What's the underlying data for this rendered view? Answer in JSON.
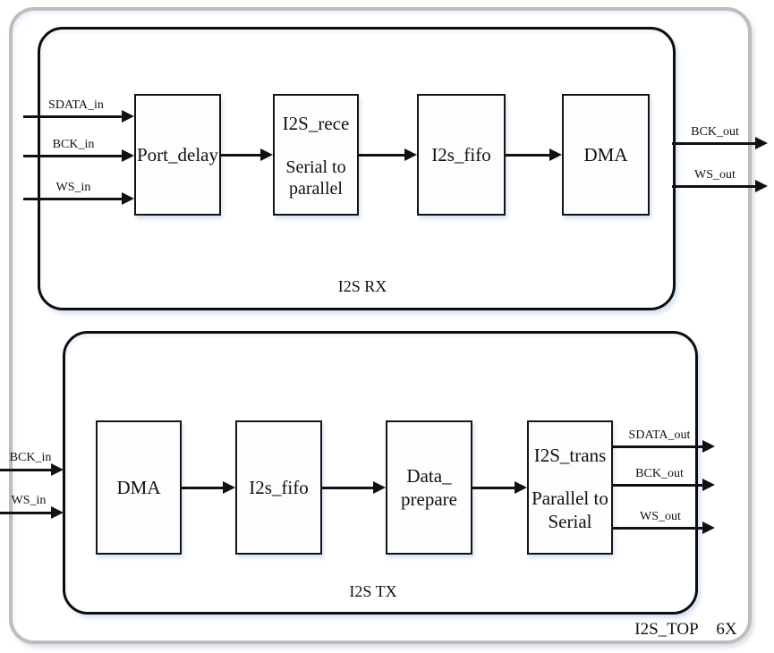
{
  "footer": {
    "module": "I2S_TOP",
    "multiplier": "6X"
  },
  "rx": {
    "title": "I2S RX",
    "inputs": {
      "sdata": "SDATA_in",
      "bck": "BCK_in",
      "ws": "WS_in"
    },
    "outputs": {
      "bck": "BCK_out",
      "ws": "WS_out"
    },
    "blocks": {
      "port_delay": "Port_delay",
      "i2s_rece_header": "I2S_rece",
      "i2s_rece_body1": "Serial to",
      "i2s_rece_body2": "parallel",
      "i2s_fifo": "I2s_fifo",
      "dma": "DMA"
    }
  },
  "tx": {
    "title": "I2S TX",
    "inputs": {
      "bck": "BCK_in",
      "ws": "WS_in"
    },
    "outputs": {
      "sdata": "SDATA_out",
      "bck": "BCK_out",
      "ws": "WS_out"
    },
    "blocks": {
      "dma": "DMA",
      "i2s_fifo": "I2s_fifo",
      "data_prepare_line1": "Data_",
      "data_prepare_line2": "prepare",
      "i2s_trans_header": "I2S_trans",
      "i2s_trans_body1": "Parallel to",
      "i2s_trans_body2": "Serial"
    }
  },
  "icons": {
    "arrowhead": "solid-right-triangle"
  },
  "colors": {
    "ink": "#111111",
    "outer_frame_gray": "#bdbdbd",
    "background": "#ffffff",
    "shadow_tint": "#d6e2f3"
  }
}
